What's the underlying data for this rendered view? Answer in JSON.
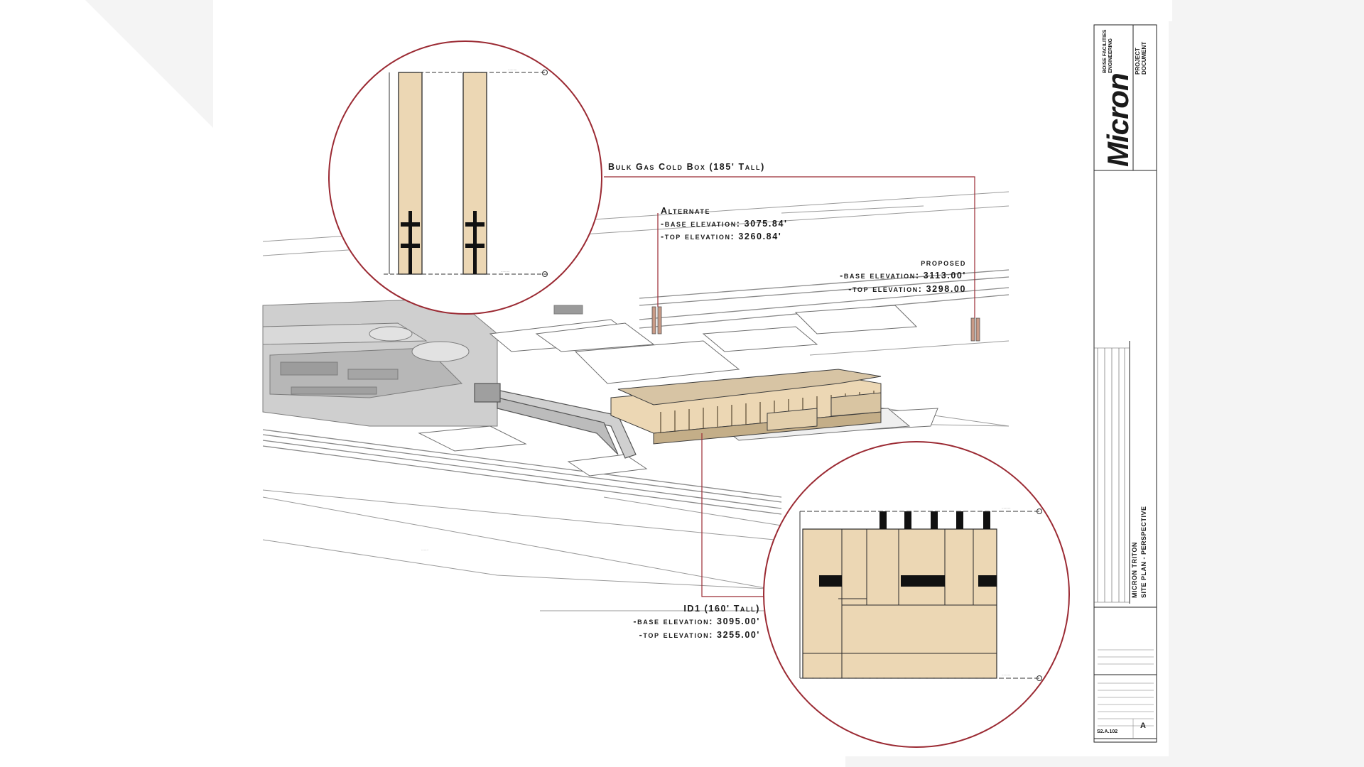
{
  "callouts": {
    "bulk_gas_title": "Bulk Gas Cold Box (185' Tall)",
    "alternate": {
      "label": "Alternate",
      "base": "-base elevation: 3075.84'",
      "top": "-top elevation: 3260.84'"
    },
    "proposed": {
      "label": "proposed",
      "base": "-base elevation: 3113.00'",
      "top": "-top elevation: 3298.00"
    },
    "id1": {
      "label": "ID1 (160' Tall)",
      "base": "-base elevation: 3095.00'",
      "top": "-top elevation: 3255.00'"
    }
  },
  "title_block": {
    "company": "Micron",
    "department": "BOISE FACILITIES ENGINEERING",
    "document_type": "PROJECT DOCUMENT",
    "project_name": "MICRON TRITON",
    "sheet_title": "SITE PLAN - PERSPECTIVE",
    "revision": "A",
    "sheet_number": "S2.A.102"
  },
  "colors": {
    "building_fill": "#ecd7b4",
    "callout_line": "#9b2a33",
    "site_lines": "#9a9a9a"
  }
}
